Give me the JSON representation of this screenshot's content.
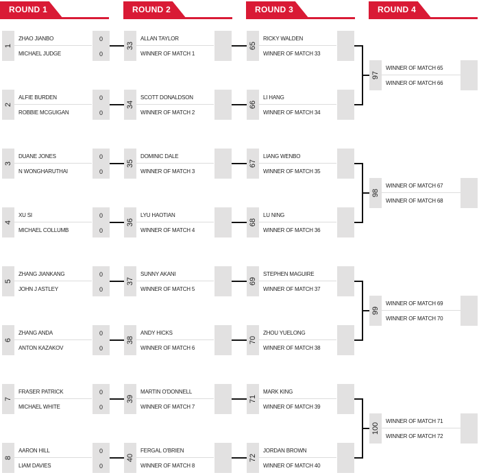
{
  "rounds": [
    {
      "label": "ROUND 1"
    },
    {
      "label": "ROUND 2"
    },
    {
      "label": "ROUND 3"
    },
    {
      "label": "ROUND 4"
    }
  ],
  "round1": [
    {
      "num": "1",
      "p1": "ZHAO JIANBO",
      "p2": "MICHAEL JUDGE",
      "s1": "0",
      "s2": "0"
    },
    {
      "num": "2",
      "p1": "ALFIE BURDEN",
      "p2": "ROBBIE MCGUIGAN",
      "s1": "0",
      "s2": "0"
    },
    {
      "num": "3",
      "p1": "DUANE JONES",
      "p2": "N WONGHARUTHAI",
      "s1": "0",
      "s2": "0"
    },
    {
      "num": "4",
      "p1": "XU SI",
      "p2": "MICHAEL COLLUMB",
      "s1": "0",
      "s2": "0"
    },
    {
      "num": "5",
      "p1": "ZHANG JIANKANG",
      "p2": "JOHN J ASTLEY",
      "s1": "0",
      "s2": "0"
    },
    {
      "num": "6",
      "p1": "ZHANG ANDA",
      "p2": "ANTON KAZAKOV",
      "s1": "0",
      "s2": "0"
    },
    {
      "num": "7",
      "p1": "FRASER PATRICK",
      "p2": "MICHAEL WHITE",
      "s1": "0",
      "s2": "0"
    },
    {
      "num": "8",
      "p1": "AARON HILL",
      "p2": "LIAM DAVIES",
      "s1": "0",
      "s2": "0"
    }
  ],
  "round2": [
    {
      "num": "33",
      "p1": "ALLAN TAYLOR",
      "p2": "WINNER OF MATCH 1"
    },
    {
      "num": "34",
      "p1": "SCOTT DONALDSON",
      "p2": "WINNER OF MATCH 2"
    },
    {
      "num": "35",
      "p1": "DOMINIC DALE",
      "p2": "WINNER OF MATCH 3"
    },
    {
      "num": "36",
      "p1": "LYU HAOTIAN",
      "p2": "WINNER OF MATCH 4"
    },
    {
      "num": "37",
      "p1": "SUNNY AKANI",
      "p2": "WINNER OF MATCH 5"
    },
    {
      "num": "38",
      "p1": "ANDY HICKS",
      "p2": "WINNER OF MATCH 6"
    },
    {
      "num": "39",
      "p1": "MARTIN O'DONNELL",
      "p2": "WINNER OF MATCH 7"
    },
    {
      "num": "40",
      "p1": "FERGAL O'BRIEN",
      "p2": "WINNER OF MATCH 8"
    }
  ],
  "round3": [
    {
      "num": "65",
      "p1": "RICKY WALDEN",
      "p2": "WINNER OF MATCH 33"
    },
    {
      "num": "66",
      "p1": "LI HANG",
      "p2": "WINNER OF MATCH 34"
    },
    {
      "num": "67",
      "p1": "LIANG WENBO",
      "p2": "WINNER OF MATCH 35"
    },
    {
      "num": "68",
      "p1": "LU NING",
      "p2": "WINNER OF MATCH 36"
    },
    {
      "num": "69",
      "p1": "STEPHEN MAGUIRE",
      "p2": "WINNER OF MATCH 37"
    },
    {
      "num": "70",
      "p1": "ZHOU YUELONG",
      "p2": "WINNER OF MATCH 38"
    },
    {
      "num": "71",
      "p1": "MARK KING",
      "p2": "WINNER OF MATCH 39"
    },
    {
      "num": "72",
      "p1": "JORDAN BROWN",
      "p2": "WINNER OF MATCH 40"
    }
  ],
  "round4": [
    {
      "num": "97",
      "p1": "WINNER OF MATCH 65",
      "p2": "WINNER OF MATCH 66"
    },
    {
      "num": "98",
      "p1": "WINNER OF MATCH 67",
      "p2": "WINNER OF MATCH 68"
    },
    {
      "num": "99",
      "p1": "WINNER OF MATCH 69",
      "p2": "WINNER OF MATCH 70"
    },
    {
      "num": "100",
      "p1": "WINNER OF MATCH 71",
      "p2": "WINNER OF MATCH 72"
    }
  ],
  "colors": {
    "accent": "#d91a35",
    "box": "#e2e1e1",
    "line": "#111111"
  }
}
